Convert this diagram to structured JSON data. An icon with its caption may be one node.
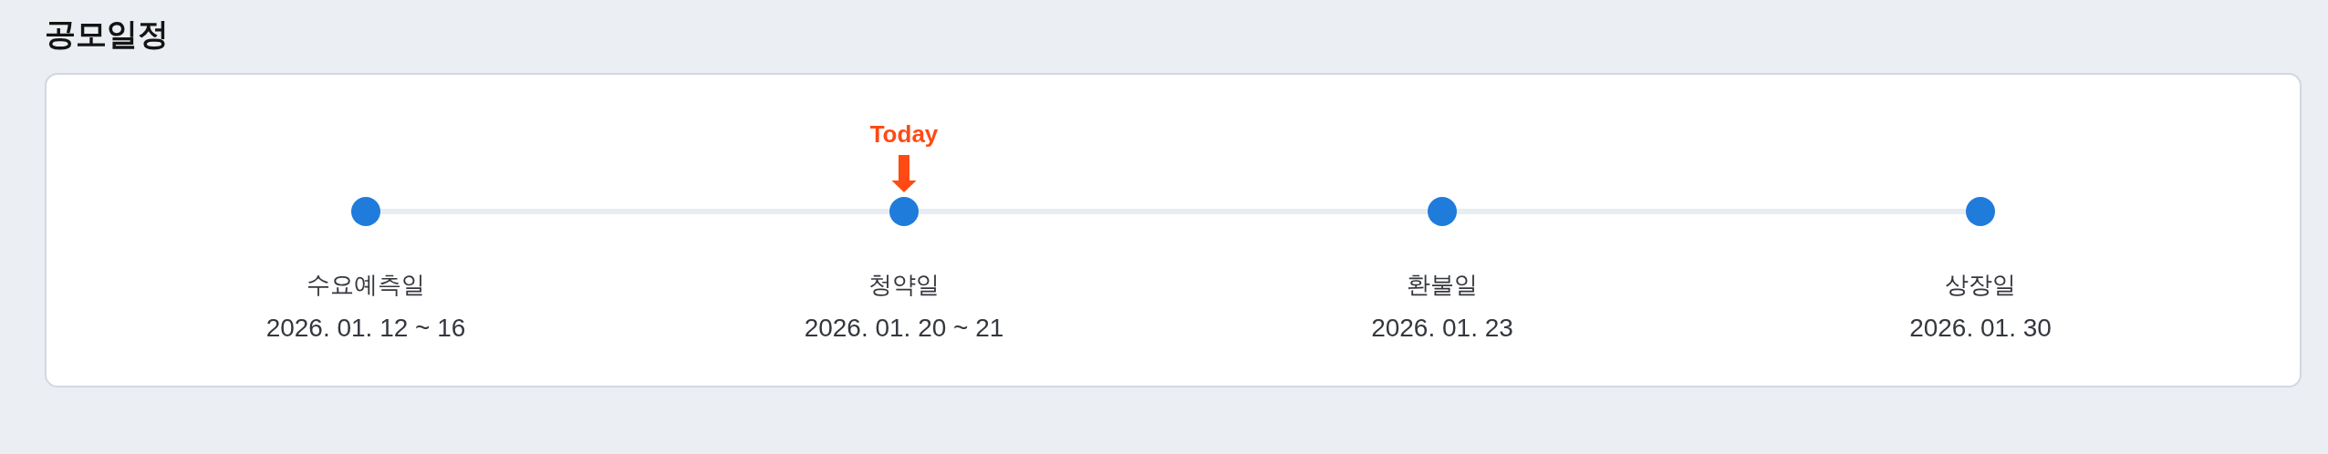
{
  "diagram": {
    "title": "공모일정",
    "nodes": [
      {
        "text": [],
        "shape": "circle",
        "beside": [
          "수요예측일",
          "2026. 01. 12 ~ 16"
        ]
      },
      {
        "text": [],
        "shape": "circle",
        "beside": [
          "청약일",
          "2026. 01. 20 ~ 21"
        ]
      },
      {
        "text": [],
        "shape": "circle",
        "beside": [
          "환불일",
          "2026. 01. 23"
        ]
      },
      {
        "text": [],
        "shape": "circle",
        "beside": [
          "상장일",
          "2026. 01. 30"
        ]
      },
      {
        "text": [
          "Today"
        ]
      }
    ],
    "edges": [
      {
        "from": 0,
        "to": 1,
        "arrow": "none"
      },
      {
        "from": 1,
        "to": 2,
        "arrow": "none"
      },
      {
        "from": 2,
        "to": 3,
        "arrow": "none"
      },
      {
        "from": 4,
        "to": 1,
        "arrow": "to",
        "style": "thick",
        "color": "#ff4a14"
      }
    ]
  }
}
